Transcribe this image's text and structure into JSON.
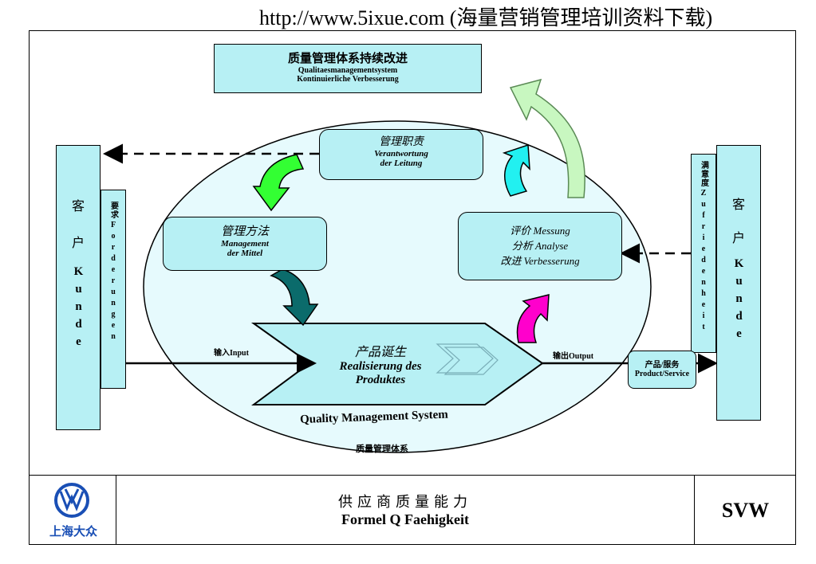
{
  "header": {
    "url_text": "http://www.5ixue.com (海量营销管理培训资料下载)"
  },
  "top_box": {
    "title_cn": "质量管理体系持续改进",
    "line1": "Qualitaesmanagementsystem",
    "line2": "Kontinuierliche Verbesserung"
  },
  "resp_box": {
    "cn": "管理职责",
    "line1": "Verantwortung",
    "line2": "der Leitung"
  },
  "method_box": {
    "cn": "管理方法",
    "line1": "Management",
    "line2": "der Mittel"
  },
  "eval_box": {
    "line1": "评价 Messung",
    "line2": "分析 Analyse",
    "line3": "改进 Verbesserung"
  },
  "product_shape": {
    "cn": "产品诞生",
    "line1": "Realisierung des",
    "line2": "Produktes"
  },
  "qms_label": "Quality Management System",
  "qms_cn": "质量管理体系",
  "customer_left": {
    "cn1": "客",
    "cn2": "户",
    "de": "Kunde"
  },
  "requirements": {
    "cn": "要求",
    "de": "Forderungen"
  },
  "customer_right": {
    "cn1": "客",
    "cn2": "户",
    "de": "Kunde"
  },
  "satisfaction": {
    "cn": "满意度",
    "de": "Zufriedenheit"
  },
  "input_label": "输入Input",
  "output_label": "输出Output",
  "product_service": {
    "cn": "产品/服务",
    "de": "Product/Service"
  },
  "footer": {
    "logo_text": "上海大众",
    "title_cn": "供应商质量能力",
    "title_de": "Formel Q Faehigkeit",
    "code": "SVW"
  },
  "colors": {
    "box_fill": "#b7f0f4",
    "arrow_green": "#33ff33",
    "arrow_teal": "#0b6b6b",
    "arrow_cyan": "#22f0f0",
    "arrow_magenta": "#ff00cc",
    "arrow_lightgreen": "#c8f7c0"
  }
}
